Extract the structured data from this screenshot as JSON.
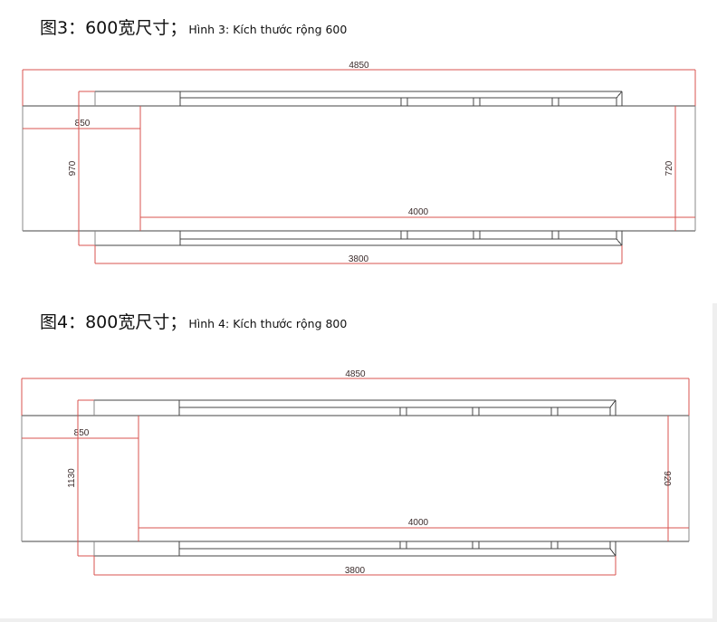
{
  "figures": [
    {
      "heading_cn": "图3：600宽尺寸；",
      "heading_vn": "Hình 3: Kích thước rộng 600",
      "dims": {
        "total_length": "4850",
        "end_width": "850",
        "frame_height": "970",
        "body_length": "4000",
        "body_height": "720",
        "rail_length": "3800"
      }
    },
    {
      "heading_cn": "图4：800宽尺寸；",
      "heading_vn": "Hình 4: Kích thước rộng 800",
      "dims": {
        "total_length": "4850",
        "end_width": "850",
        "frame_height": "1130",
        "body_length": "4000",
        "body_height": "920",
        "rail_length": "3800"
      }
    }
  ],
  "colors": {
    "outline": "#444444",
    "dimension": "#d9534f"
  }
}
